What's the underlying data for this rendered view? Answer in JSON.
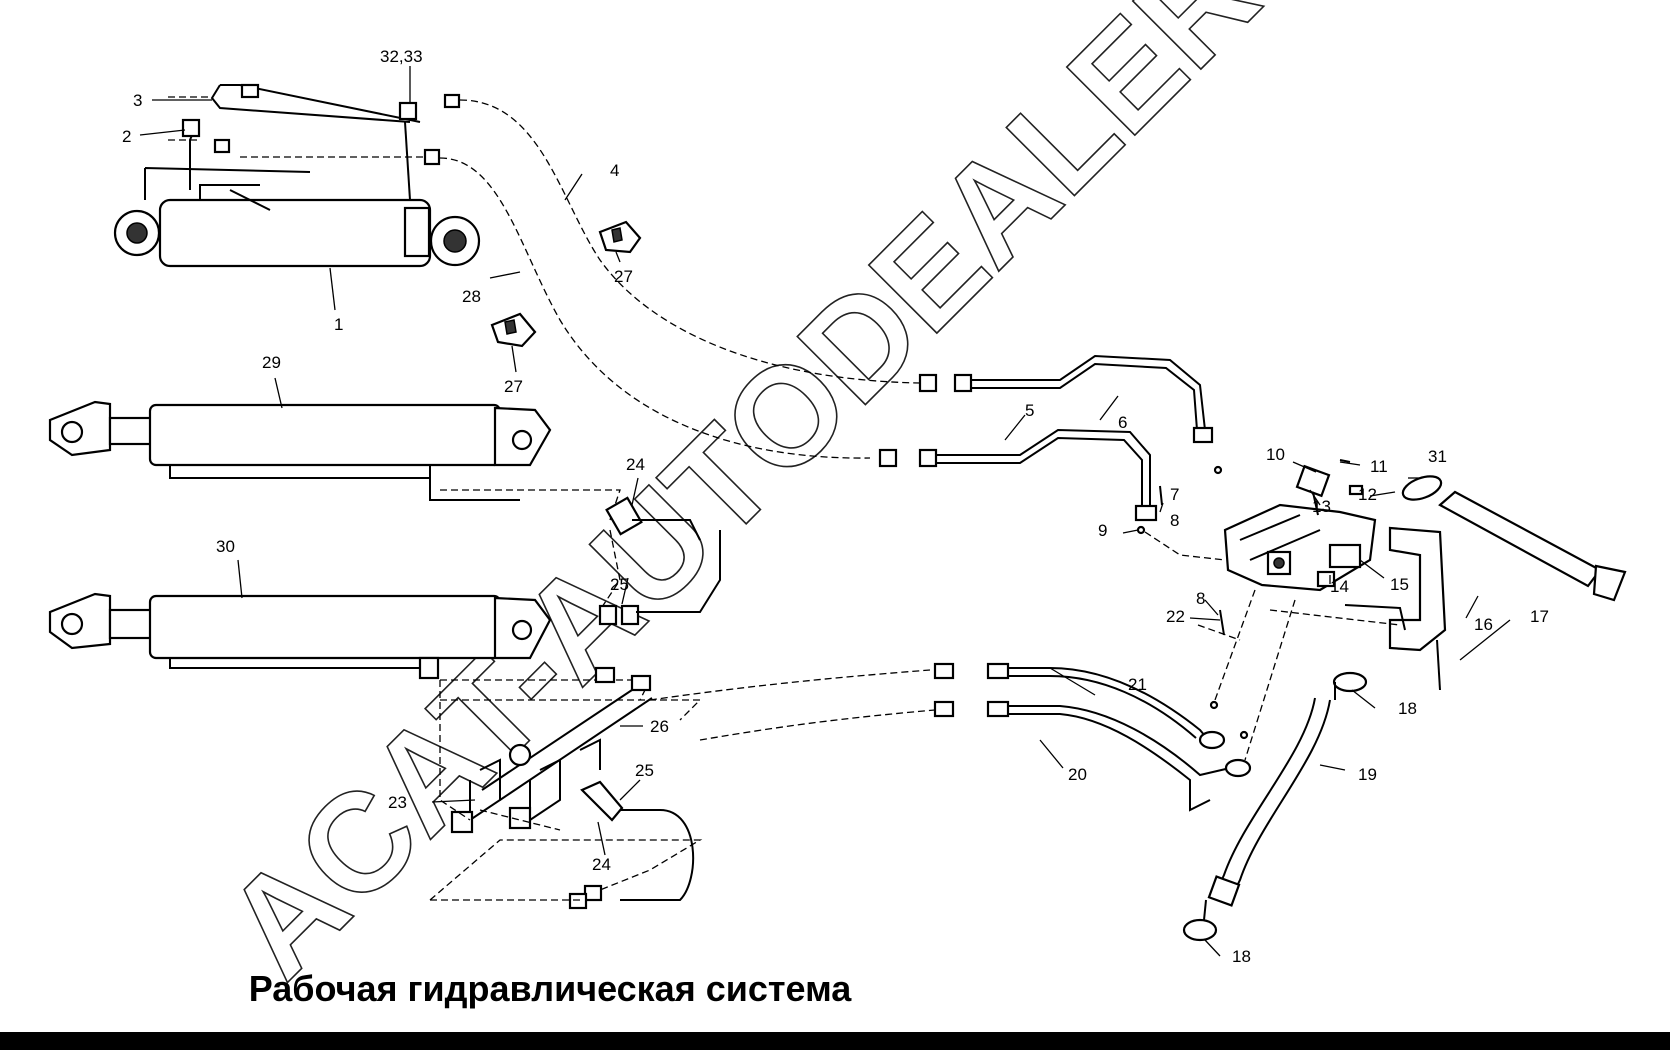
{
  "title": "Рабочая гидравлическая система",
  "watermark": "ACAT-AUTODEALER.RU",
  "callouts": {
    "c1": "1",
    "c2": "2",
    "c3": "3",
    "c3233": "32,33",
    "c4": "4",
    "c5": "5",
    "c6": "6",
    "c7": "7",
    "c8a": "8",
    "c8b": "8",
    "c9": "9",
    "c10": "10",
    "c11": "11",
    "c12": "12",
    "c13": "13",
    "c14": "14",
    "c15": "15",
    "c16": "16",
    "c17": "17",
    "c18a": "18",
    "c18b": "18",
    "c19": "19",
    "c20": "20",
    "c21": "21",
    "c22": "22",
    "c23": "23",
    "c24a": "24",
    "c24b": "24",
    "c25a": "25",
    "c25b": "25",
    "c26": "26",
    "c27a": "27",
    "c27b": "27",
    "c28": "28",
    "c29": "29",
    "c30": "30",
    "c31": "31"
  },
  "colors": {
    "line": "#000000",
    "background": "#ffffff"
  }
}
